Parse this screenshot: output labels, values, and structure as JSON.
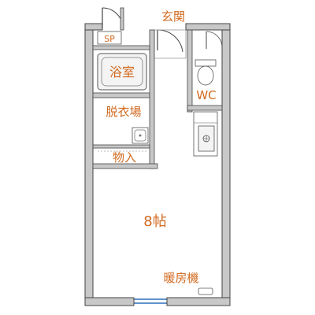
{
  "rooms": {
    "entrance": "玄関",
    "sp": "SP",
    "bath": "浴室",
    "wc": "WC",
    "dressing": "脱衣場",
    "storage": "物入",
    "main_room": "8帖",
    "heater": "暖房機"
  },
  "colors": {
    "label": "#d2691e",
    "wall": "#c8c8c8",
    "wall_stroke": "#444444",
    "fixture": "#555555",
    "window": "#2a6ebb"
  }
}
